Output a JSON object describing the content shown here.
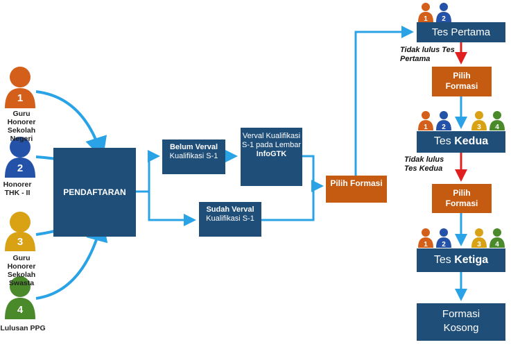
{
  "applicants": [
    {
      "number": "1",
      "label": "Guru Honorer Sekolah Negeri",
      "color": "#d35f1a"
    },
    {
      "number": "2",
      "label": "Honorer THK - II",
      "color": "#2452a8"
    },
    {
      "number": "3",
      "label": "Guru Honorer Sekolah Swasta",
      "color": "#d9a215"
    },
    {
      "number": "4",
      "label": "Lulusan PPG",
      "color": "#4a8a2a"
    }
  ],
  "boxes": {
    "pendaftaran": "PENDAFTARAN",
    "belum_verval": {
      "bold": "Belum Verval",
      "normal": "Kualifikasi S-1"
    },
    "verval_infogtk": {
      "normal": "Verval Kualifikasi S-1 pada Lembar",
      "bold": "InfoGTK"
    },
    "sudah_verval": {
      "bold": "Sudah Verval",
      "normal": "Kualifikasi S-1"
    },
    "pilih_formasi_center": "Pilih Formasi",
    "tes_pertama": "Tes Pertama",
    "pilih_formasi_1": "Pilih Formasi",
    "tes_kedua": {
      "normal": "Tes",
      "bold": "Kedua"
    },
    "pilih_formasi_2": "Pilih Formasi",
    "tes_ketiga": {
      "normal": "Tes",
      "bold": "Ketiga"
    },
    "formasi_kosong": "Formasi Kosong"
  },
  "notes": {
    "tidak_lulus_pertama": "Tidak lulus Tes Pertama",
    "tidak_lulus_kedua": "Tidak lulus Tes Kedua"
  },
  "colors": {
    "dark_box": "#1f4e79",
    "orange_box": "#c55a11",
    "arrow_blue": "#29a3e6",
    "arrow_red": "#e02020"
  }
}
